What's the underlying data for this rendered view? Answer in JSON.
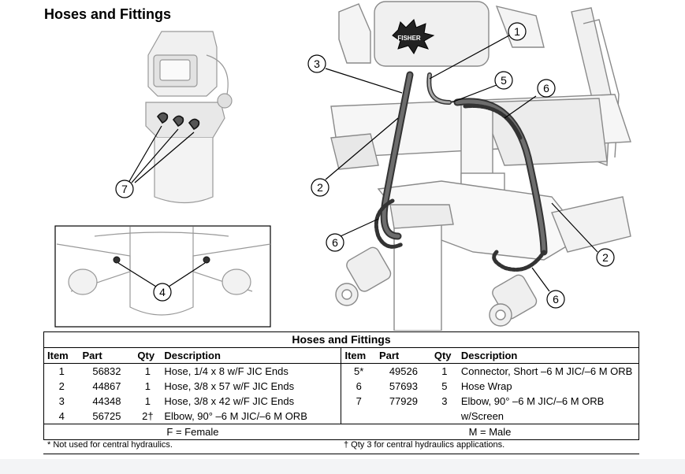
{
  "title": "Hoses and Fittings",
  "table": {
    "caption": "Hoses and Fittings",
    "headers": [
      "Item",
      "Part",
      "Qty",
      "Description"
    ],
    "left_rows": [
      {
        "item": "1",
        "part": "56832",
        "qty": "1",
        "desc": "Hose, 1/4 x 8 w/F JIC Ends"
      },
      {
        "item": "2",
        "part": "44867",
        "qty": "1",
        "desc": "Hose, 3/8 x 57 w/F JIC Ends"
      },
      {
        "item": "3",
        "part": "44348",
        "qty": "1",
        "desc": "Hose, 3/8 x 42 w/F JIC Ends"
      },
      {
        "item": "4",
        "part": "56725",
        "qty": "2†",
        "desc": "Elbow, 90° –6 M JIC/–6 M ORB"
      }
    ],
    "right_rows": [
      {
        "item": "5*",
        "part": "49526",
        "qty": "1",
        "desc": "Connector, Short –6 M JIC/–6 M ORB"
      },
      {
        "item": "6",
        "part": "57693",
        "qty": "5",
        "desc": "Hose Wrap"
      },
      {
        "item": "7",
        "part": "77929",
        "qty": "3",
        "desc": "Elbow, 90° –6 M JIC/–6 M ORB",
        "desc2": "w/Screen"
      },
      {
        "item": "",
        "part": "",
        "qty": "",
        "desc": ""
      }
    ],
    "legend_left": "F = Female",
    "legend_right": "M = Male",
    "note_left": "* Not used for central hydraulics.",
    "note_right": "† Qty 3 for central hydraulics applications."
  },
  "callouts": {
    "c1": "1",
    "c2a": "2",
    "c2b": "2",
    "c3": "3",
    "c4": "4",
    "c5": "5",
    "c6a": "6",
    "c6b": "6",
    "c6c": "6",
    "c7": "7"
  },
  "logo_text": "FISHER"
}
